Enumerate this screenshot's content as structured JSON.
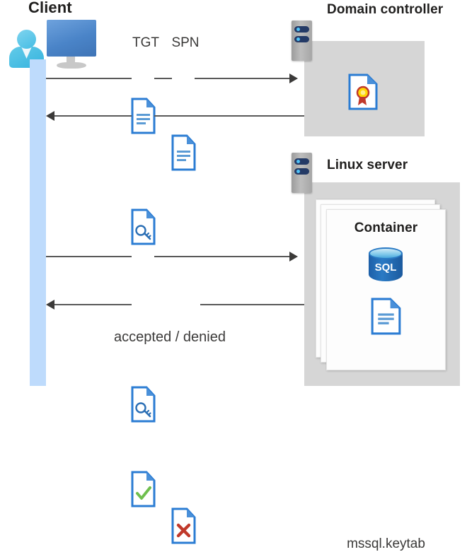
{
  "diagram": {
    "title_client": "Client",
    "title_domain_controller": "Domain controller",
    "title_linux_server": "Linux server",
    "title_container": "Container",
    "labels": {
      "tgt": "TGT",
      "spn": "SPN",
      "accepted_denied": "accepted / denied",
      "keytab_file": "mssql.keytab"
    },
    "icons": {
      "client_workstation": "user-monitor-icon",
      "server_rack_dc": "server-rack-icon",
      "server_rack_linux": "server-rack-icon",
      "certificate": "certificate-document-icon",
      "tgt_ticket": "text-document-icon",
      "spn_ticket": "text-document-icon",
      "service_ticket": "key-document-icon",
      "request_ticket": "key-document-icon",
      "accepted": "check-document-icon",
      "denied": "cross-document-icon",
      "sql_database": "sql-database-icon",
      "keytab": "text-document-icon"
    },
    "flows": [
      {
        "name": "client-to-dc-request",
        "direction": "right",
        "payload": "TGT + SPN"
      },
      {
        "name": "dc-to-client-ticket",
        "direction": "left",
        "payload": "service ticket"
      },
      {
        "name": "client-to-linux-request",
        "direction": "right",
        "payload": "service ticket"
      },
      {
        "name": "linux-to-client-response",
        "direction": "left",
        "payload": "accepted / denied"
      }
    ],
    "colors": {
      "lifeline": "#bedbfc",
      "panel": "#d6d6d6",
      "arrow": "#595959",
      "doc_blue": "#2b7cd3",
      "accept_green": "#6fbf4e",
      "deny_red": "#c0392b",
      "cert_gold": "#ffd800",
      "cert_ribbon": "#c0392b",
      "sql_blue": "#2a7ac4"
    }
  }
}
